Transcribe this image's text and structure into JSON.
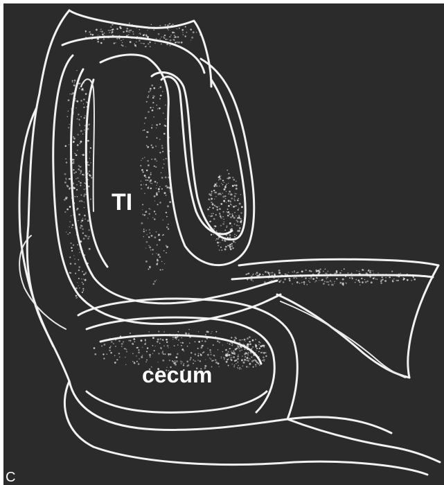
{
  "labels": {
    "terminal_ileum": "TI",
    "cecum": "cecum",
    "panel_letter": "C"
  },
  "colors": {
    "background": "#2b2b2b",
    "outline": "#f2f2f2",
    "stipple": "#e6e6e6"
  }
}
